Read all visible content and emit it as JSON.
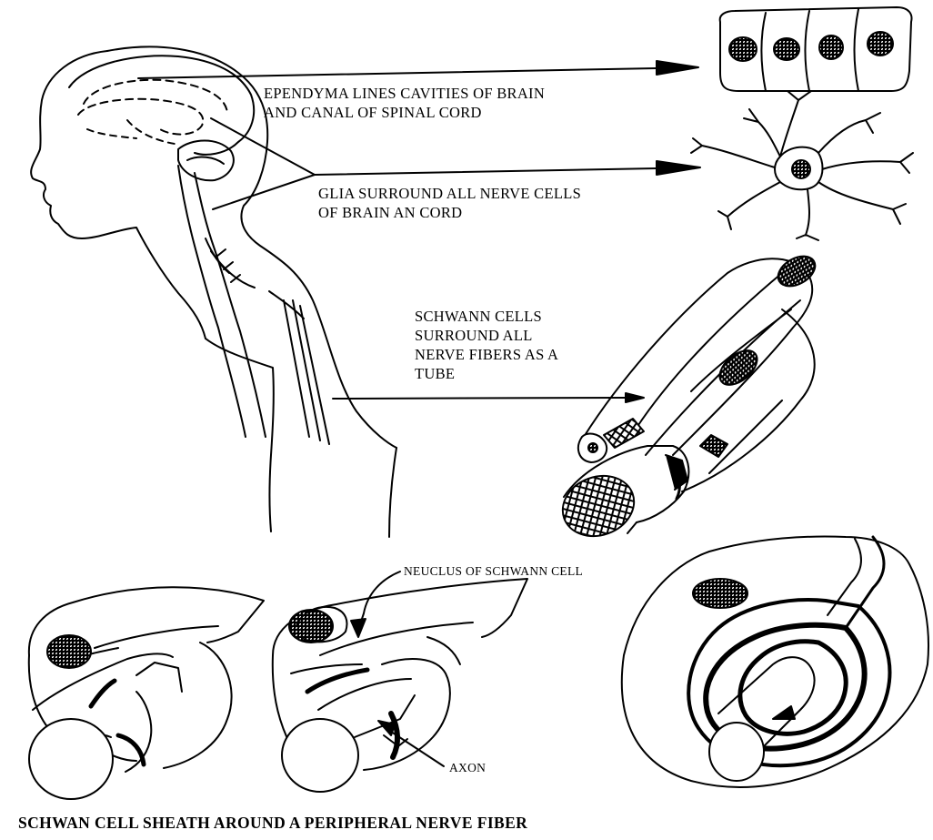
{
  "labels": {
    "ependyma": {
      "line1": "EPENDYMA LINES CAVITIES OF BRAIN",
      "line2": "AND CANAL OF SPINAL CORD"
    },
    "glia": {
      "line1": "GLIA SURROUND ALL NERVE CELLS",
      "line2": "OF BRAIN AN CORD"
    },
    "schwann": {
      "line1": "SCHWANN CELLS",
      "line2": "SURROUND ALL",
      "line3": "NERVE FIBERS AS A",
      "line4": "TUBE"
    },
    "nucleus": "NEUCLUS OF SCHWANN CELL",
    "axon": "AXON"
  },
  "caption": "SCHWAN CELL SHEATH AROUND A PERIPHERAL NERVE FIBER",
  "colors": {
    "ink": "#000000",
    "paper": "#ffffff",
    "nucleus_fill": "#d0d0d0"
  }
}
